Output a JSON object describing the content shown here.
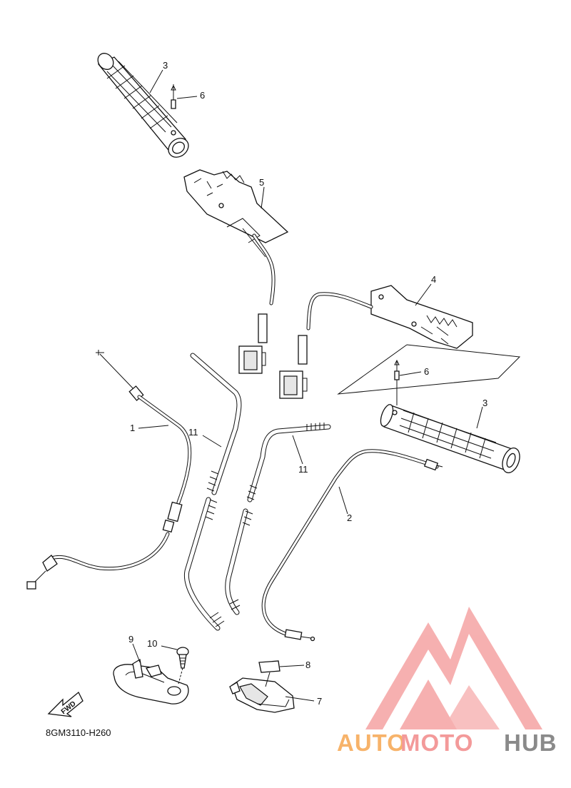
{
  "callouts": {
    "c1": "1",
    "c2": "2",
    "c3a": "3",
    "c3b": "3",
    "c4": "4",
    "c5": "5",
    "c6a": "6",
    "c6b": "6",
    "c7": "7",
    "c8": "8",
    "c9": "9",
    "c10": "10",
    "c11a": "11",
    "c11b": "11"
  },
  "diagram_code": "8GM3110-H260",
  "fwd_label": "FWD",
  "watermark": {
    "part1": "AUTO",
    "part2": "MOTO",
    "part3": "HUB"
  },
  "colors": {
    "watermark_pink": "#f39a9a",
    "watermark_orange": "#f7b36a",
    "watermark_gray": "#8a8a8a",
    "line": "#111111"
  }
}
